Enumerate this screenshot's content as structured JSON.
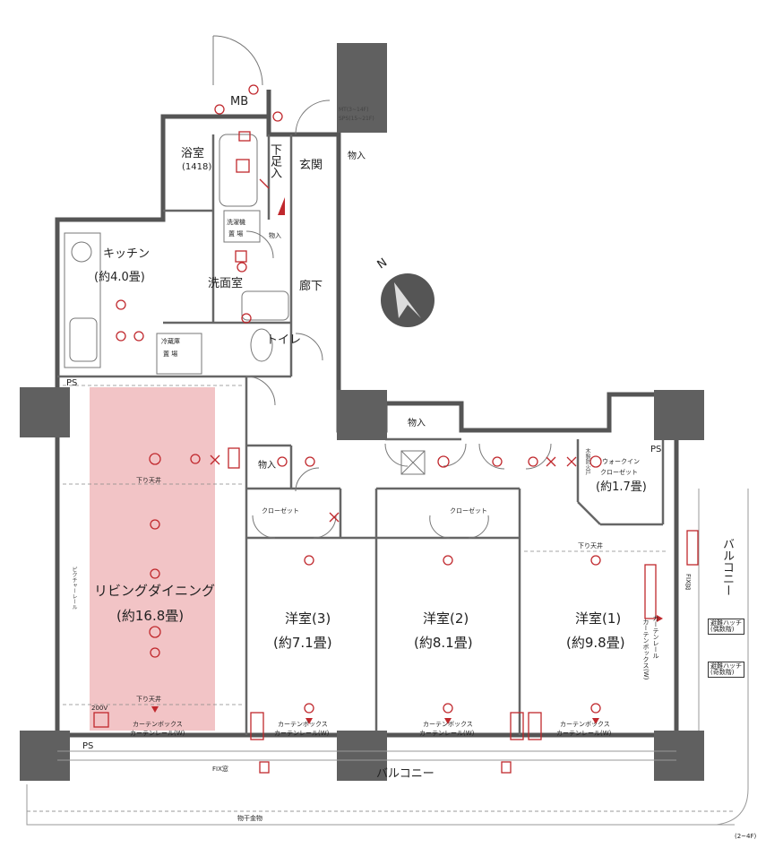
{
  "rooms": {
    "mb": "MB",
    "bath": "浴室",
    "bath_size": "(1418)",
    "entrance": "玄関",
    "shoe_storage": "下足入",
    "storage_entrance": "物入",
    "laundry": "洗濯機",
    "laundry2": "置 場",
    "storage_small": "物入",
    "kitchen": "キッチン",
    "kitchen_size": "(約4.0畳)",
    "washroom": "洗面室",
    "hallway": "廊下",
    "toilet": "トイレ",
    "fridge": "冷蔵庫",
    "fridge2": "置 場",
    "storage_center": "物入",
    "storage_bedroom": "物入",
    "living": "リビングダイニング",
    "living_size": "(約16.8畳)",
    "closet3": "クローゼット",
    "closet2": "クローゼット",
    "bedroom3": "洋室(3)",
    "bedroom3_size": "(約7.1畳)",
    "bedroom2": "洋室(2)",
    "bedroom2_size": "(約8.1畳)",
    "bedroom1": "洋室(1)",
    "bedroom1_size": "(約9.8畳)",
    "walkin": "ウォークイン",
    "walkin2": "クローゼット",
    "walkin_size": "(約1.7畳)",
    "balcony_south": "バルコニー",
    "balcony_east": "バルコニー"
  },
  "annotations": {
    "mt": "MT(3~14F)",
    "sps": "SPS(15~21F)",
    "ps_top": "PS",
    "ps_right": "PS",
    "ps_bottom": "PS",
    "ceiling_living_top": "下り天井",
    "ceiling_living_bottom": "下り天井",
    "ceiling_bedroom1": "下り天井",
    "curtain_box_living": "カーテンボックス",
    "curtain_rail_living": "カーテンレール(W)",
    "curtain_box_3": "カーテンボックス",
    "curtain_rail_3": "カーテンレール(W)",
    "curtain_box_2": "カーテンボックス",
    "curtain_rail_2": "カーテンレール(W)",
    "curtain_box_1": "カーテンボックス",
    "curtain_rail_1": "カーテンレール(W)",
    "curtain_rail_v": "カーテンレール",
    "curtain_box_v": "カーテンボックス(W)",
    "fix_window_bottom": "FIX窓",
    "fix_window_right": "FIX窓",
    "picture_rail": "ピクチャーレール",
    "evac_hatch_1": "避難ハッチ",
    "evac_hatch_1b": "(偶数階)",
    "evac_hatch_2": "避難ハッチ",
    "evac_hatch_2b": "(奇数階)",
    "drying_rack": "物干金物",
    "floor_note": "(2~4F)",
    "v200": "200V",
    "wood_door": "木製防火戸",
    "north": "N"
  },
  "colors": {
    "living_highlight": "#f2c4c6",
    "wall": "#555555",
    "column": "#606060",
    "symbol_red": "#c0282d"
  }
}
